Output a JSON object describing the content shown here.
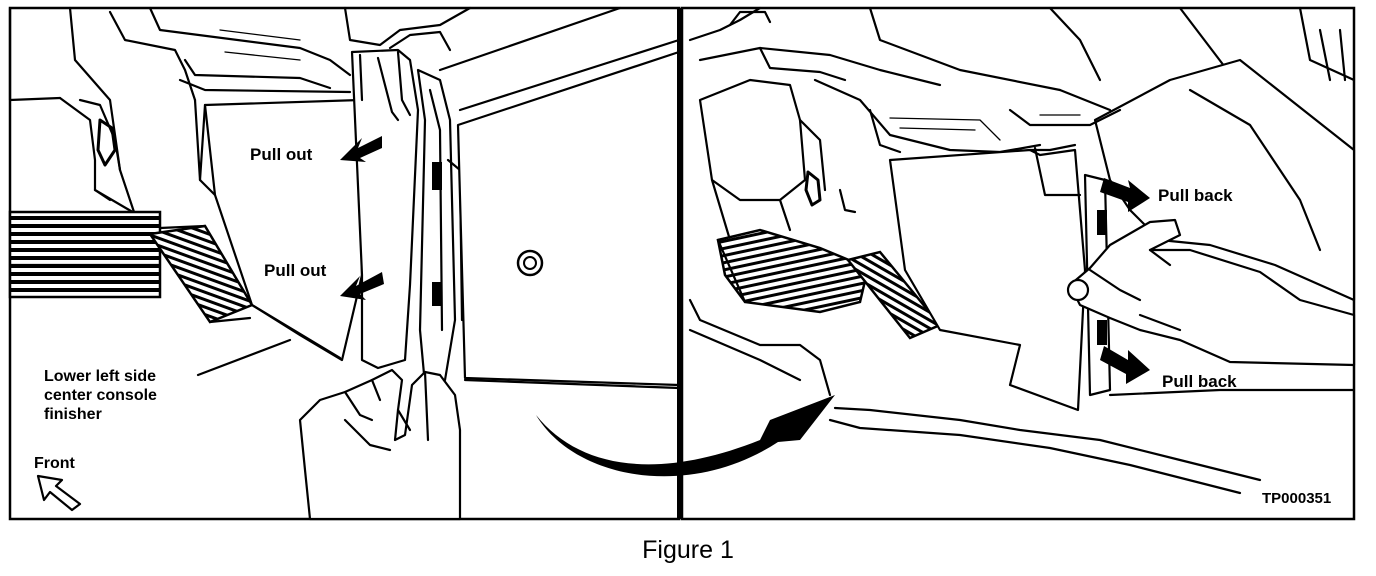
{
  "labels": {
    "pull_out_1": "Pull out",
    "pull_out_2": "Pull out",
    "pull_back_1": "Pull back",
    "pull_back_2": "Pull back",
    "part_line1": "Lower left side",
    "part_line2": "center console",
    "part_line3": "finisher",
    "front": "Front",
    "code": "TP000351"
  },
  "caption": "Figure 1",
  "colors": {
    "ink": "#000000",
    "paper": "#ffffff"
  },
  "icons": {
    "direction": "arrow-icon",
    "rotation": "curved-arrow-icon"
  }
}
